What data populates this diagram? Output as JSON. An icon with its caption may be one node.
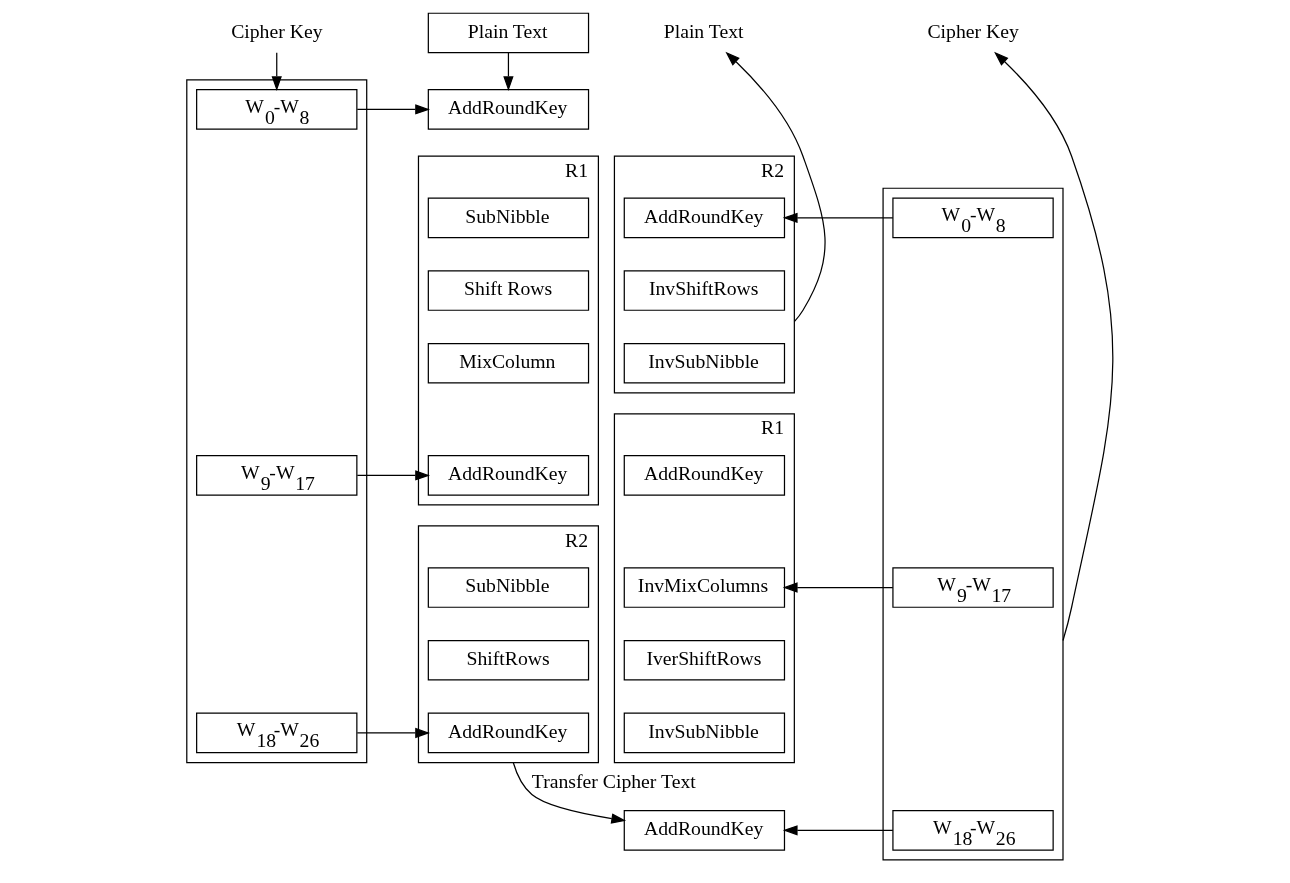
{
  "diagram": {
    "nodes": [
      {
        "text": [
          "Cipher Key"
        ]
      },
      {
        "text": [],
        "shape": "box"
      },
      {
        "text": [
          "W$_{0}$-W$_{8}$"
        ],
        "in": 1
      },
      {
        "text": [
          "W$_{9}$-W$_{17}$"
        ],
        "in": 1
      },
      {
        "text": [
          "W$_{18}$-W$_{26}$"
        ],
        "in": 1
      },
      {
        "text": [
          "Plain Text"
        ]
      },
      {
        "text": [
          "AddRoundKey"
        ]
      },
      {
        "text": [
          "R1"
        ]
      },
      {
        "text": [
          "SubNibble"
        ],
        "in": 7
      },
      {
        "text": [
          "Shift Rows"
        ],
        "in": 7
      },
      {
        "text": [
          "MixColumn"
        ],
        "in": 7
      },
      {
        "text": [
          "AddRoundKey"
        ],
        "in": 7
      },
      {
        "text": [
          "R2"
        ]
      },
      {
        "text": [
          "SubNibble"
        ],
        "in": 12
      },
      {
        "text": [
          "ShiftRows"
        ],
        "in": 12
      },
      {
        "text": [
          "AddRoundKey"
        ],
        "in": 12
      },
      {
        "text": [
          "Plain Text"
        ]
      },
      {
        "text": [
          "Cipher Key"
        ]
      },
      {
        "text": [
          "R2"
        ]
      },
      {
        "text": [
          "AddRoundKey"
        ],
        "in": 18
      },
      {
        "text": [
          "InvShiftRows"
        ],
        "in": 18
      },
      {
        "text": [
          "InvSubNibble"
        ],
        "in": 18
      },
      {
        "text": [],
        "shape": "box"
      },
      {
        "text": [
          "W$_{0}$-W$_{8}$"
        ],
        "in": 22
      },
      {
        "text": [
          "W$_{9}$-W$_{17}$"
        ],
        "in": 22
      },
      {
        "text": [
          "W$_{18}$-W$_{26}$"
        ],
        "in": 22
      },
      {
        "text": [
          "R1"
        ]
      },
      {
        "text": [
          "AddRoundKey"
        ],
        "in": 26
      },
      {
        "text": [
          "InvMixColumns"
        ],
        "in": 26
      },
      {
        "text": [
          "IverShiftRows"
        ],
        "in": 26
      },
      {
        "text": [
          "InvSubNibble"
        ],
        "in": 26
      },
      {
        "text": [
          "AddRoundKey"
        ]
      }
    ],
    "edges": [
      {
        "from": 0,
        "to": 2,
        "arrow": "to"
      },
      {
        "from": 5,
        "to": 6,
        "arrow": "to"
      },
      {
        "from": 2,
        "to": 6,
        "arrow": "to"
      },
      {
        "from": 3,
        "to": 11,
        "arrow": "to"
      },
      {
        "from": 4,
        "to": 15,
        "arrow": "to"
      },
      {
        "from": 12,
        "to": 31,
        "arrow": "to",
        "label": "Transfer Cipher Text"
      },
      {
        "from": 18,
        "to": 16,
        "arrow": "to"
      },
      {
        "from": 22,
        "to": 17,
        "arrow": "to"
      },
      {
        "from": 23,
        "to": 19,
        "arrow": "to"
      },
      {
        "from": 24,
        "to": 28,
        "arrow": "to"
      },
      {
        "from": 25,
        "to": 31,
        "arrow": "to"
      }
    ]
  }
}
